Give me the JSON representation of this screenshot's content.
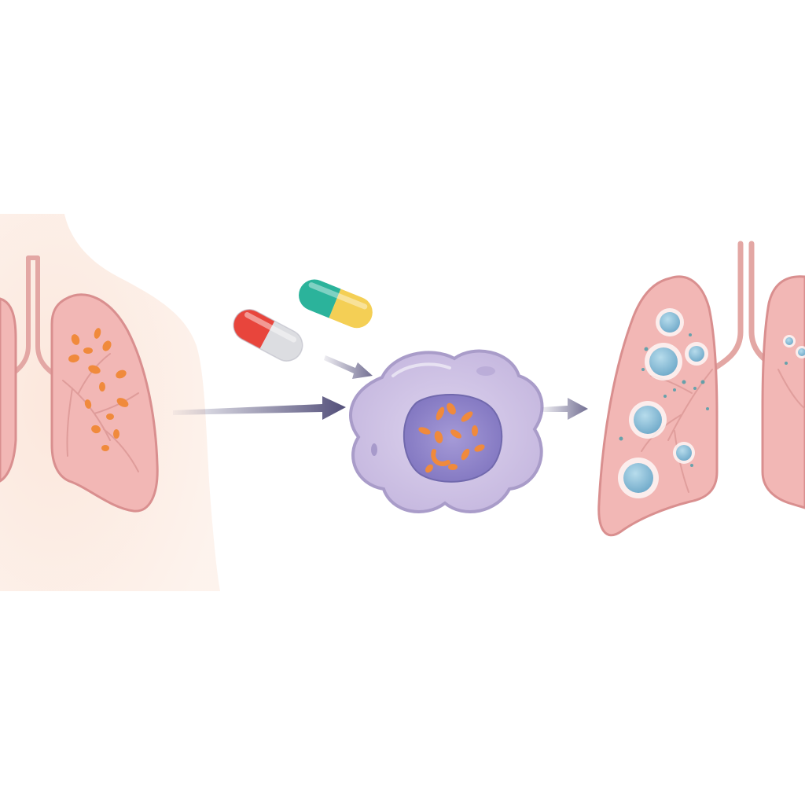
{
  "diagram": {
    "stages": [
      {
        "id": "infected-lung",
        "icon": "infected-lungs-icon",
        "state": "bacteria-present"
      },
      {
        "id": "macrophage",
        "icon": "immune-cell-icon",
        "state": "bacteria-engulfed"
      },
      {
        "id": "healing-lung",
        "icon": "healing-lungs-icon",
        "state": "granulomas-forming"
      }
    ],
    "medications": [
      {
        "id": "capsule-red-white",
        "icon": "capsule-icon",
        "colors": [
          "#e8453c",
          "#dcdde1"
        ]
      },
      {
        "id": "capsule-teal-yellow",
        "icon": "capsule-icon",
        "colors": [
          "#2bb39b",
          "#f4cf55"
        ]
      }
    ],
    "colors": {
      "lung_fill": "#f2b7b5",
      "lung_stroke": "#d98f8f",
      "bacteria": "#f08a3c",
      "cell_membrane": "#cfc2e3",
      "cell_nucleus": "#8e84c9",
      "granuloma": "#8fc2dc",
      "arrow": "#4a4673",
      "skin": "#fbe7dc"
    }
  }
}
